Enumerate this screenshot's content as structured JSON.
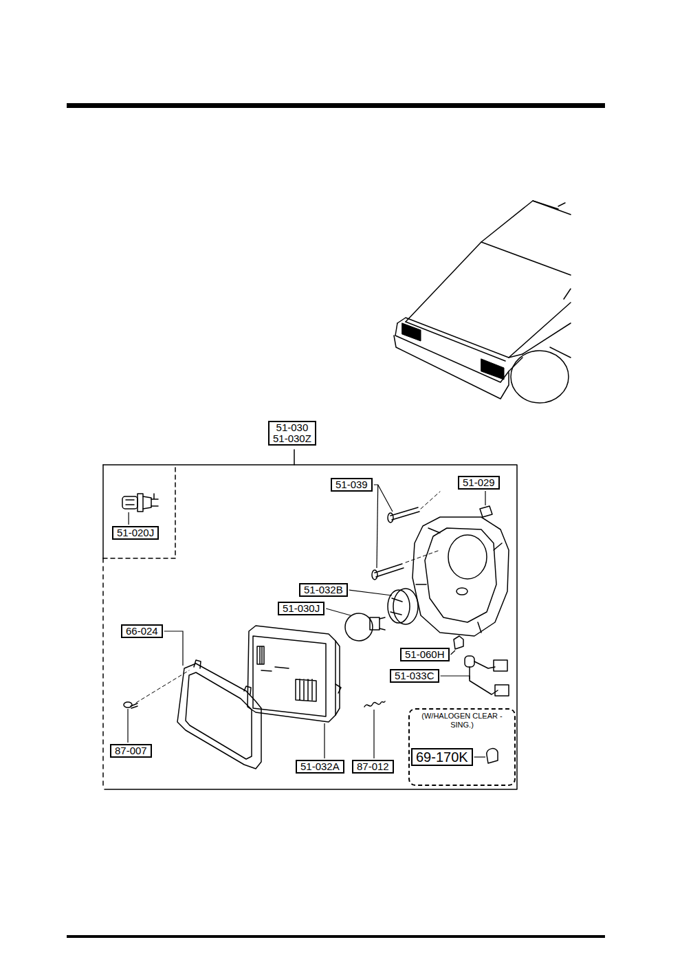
{
  "diagram": {
    "nodes": [
      {
        "text": [
          "51-030",
          "51-030Z"
        ]
      },
      {
        "text": [
          "51-039"
        ]
      },
      {
        "text": [
          "51-029"
        ]
      },
      {
        "text": [
          "51-020J"
        ]
      },
      {
        "text": [
          "51-032B"
        ]
      },
      {
        "text": [
          "51-030J"
        ]
      },
      {
        "text": [
          "66-024"
        ]
      },
      {
        "text": [
          "51-060H"
        ]
      },
      {
        "text": [
          "51-033C"
        ]
      },
      {
        "text": [
          "(W/HALOGEN CLEAR -SING.)"
        ]
      },
      {
        "text": [
          "69-170K"
        ],
        "in": 9
      },
      {
        "text": [
          "87-007"
        ]
      },
      {
        "text": [
          "51-032A"
        ]
      },
      {
        "text": [
          "87-012"
        ]
      }
    ]
  }
}
